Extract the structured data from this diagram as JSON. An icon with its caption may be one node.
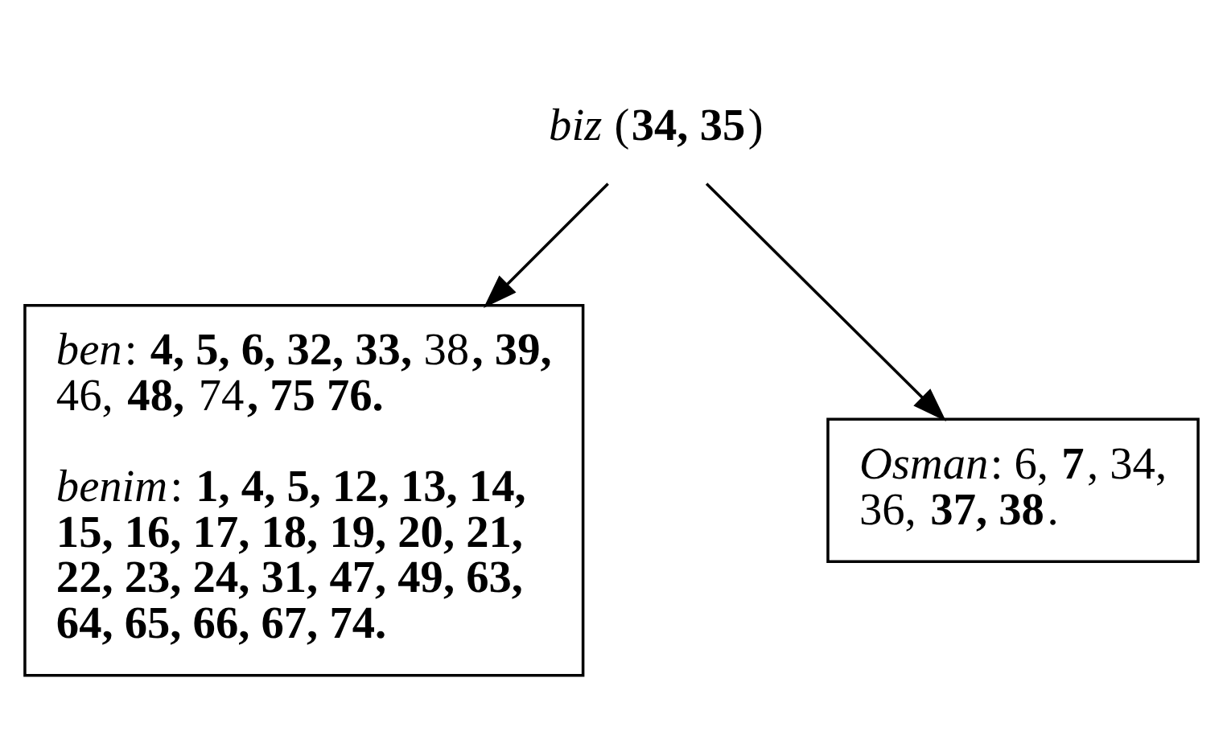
{
  "diagram": {
    "nodes": [
      {
        "text": [
          "*biz* (**34, 35**)"
        ]
      },
      {
        "text": [
          "*ben*: **4, 5, 6, 32, 33,** 38**, 39,** 46, **48,** 74**, 75 76.**",
          "*benim*: **1, 4, 5, 12, 13, 14, 15, 16, 17, 18, 19, 20, 21, 22, 23, 24, 31, 47, 49, 63, 64, 65, 66, 67, 74.**"
        ]
      },
      {
        "text": [
          "*Osman*: 6, **7**, 34, 36, **37, 38**."
        ]
      }
    ],
    "edges": [
      {
        "from": 0,
        "to": 1,
        "arrow": "to"
      },
      {
        "from": 0,
        "to": 2,
        "arrow": "to"
      }
    ]
  }
}
